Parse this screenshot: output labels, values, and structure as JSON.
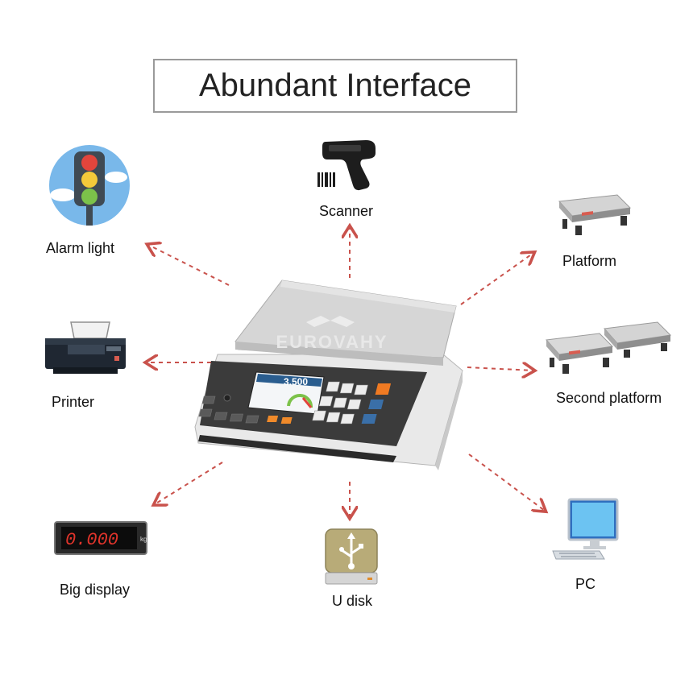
{
  "title": "Abundant Interface",
  "center_device": {
    "brand": "EUROVAHY",
    "screen_reading": "3.500",
    "big_display_reading": "0.000",
    "big_display_unit": "kg"
  },
  "peripherals": {
    "scanner": "Scanner",
    "alarm_light": "Alarm light",
    "platform": "Platform",
    "printer": "Printer",
    "second_platform": "Second platform",
    "big_display": "Big display",
    "u_disk": "U disk",
    "pc": "PC"
  },
  "colors": {
    "arrow": "#c9524c",
    "title_border": "#9a9a9a",
    "red_light": "#e2453c",
    "yellow_light": "#f3c93a",
    "green_light": "#7cc24a",
    "sky": "#79b8ea"
  }
}
